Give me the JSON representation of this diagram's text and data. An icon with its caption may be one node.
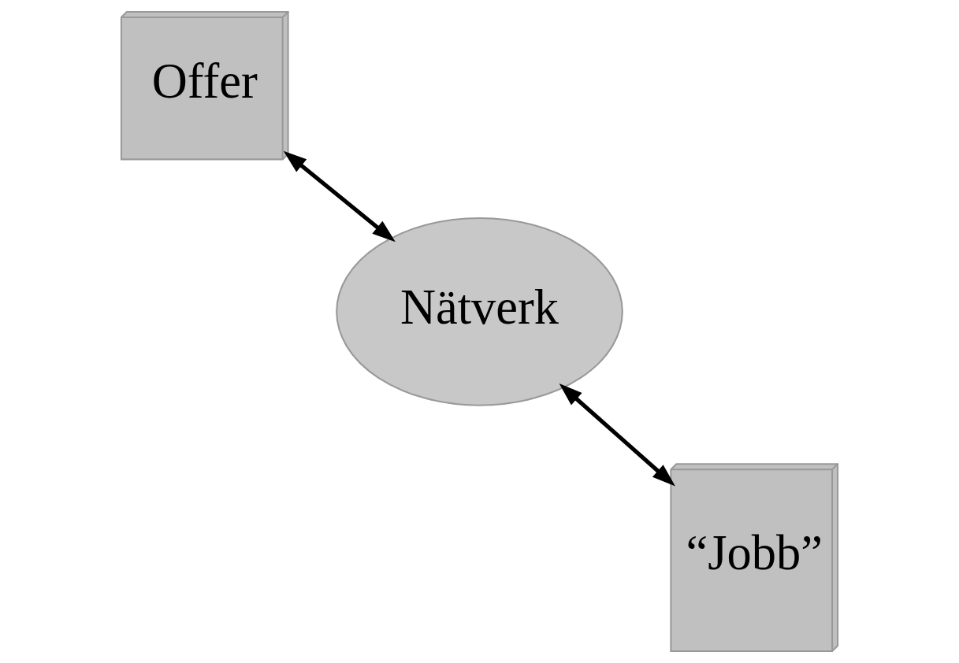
{
  "diagram": {
    "nodes": [
      {
        "text": [
          "Offer"
        ]
      },
      {
        "text": [
          "Nätverk"
        ]
      },
      {
        "text": [
          "“Jobb”"
        ]
      }
    ],
    "edges": [
      {
        "from": 0,
        "to": 1,
        "arrow": "both"
      },
      {
        "from": 1,
        "to": 2,
        "arrow": "both"
      }
    ]
  }
}
